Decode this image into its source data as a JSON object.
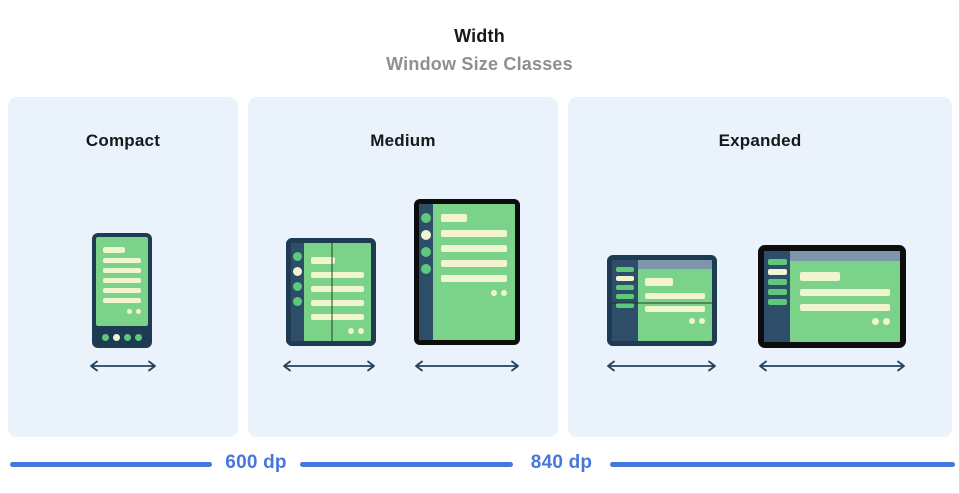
{
  "header": {
    "title": "Width",
    "subtitle": "Window Size Classes"
  },
  "size_classes": [
    {
      "id": "compact",
      "label": "Compact",
      "devices": [
        "phone-portrait"
      ]
    },
    {
      "id": "medium",
      "label": "Medium",
      "devices": [
        "foldable-portrait",
        "tablet-portrait"
      ]
    },
    {
      "id": "expanded",
      "label": "Expanded",
      "devices": [
        "foldable-landscape",
        "tablet-landscape"
      ]
    }
  ],
  "ruler": {
    "breakpoints": [
      "600 dp",
      "840 dp"
    ]
  },
  "colors": {
    "panel-bg": "#EAF2FB",
    "frame-navy": "#1F3B54",
    "rail-navy": "#2E4D68",
    "screen-green": "#7BD389",
    "accent-green": "#5FC97A",
    "cream": "#F0F5D0",
    "topbar-blue": "#7E96AC",
    "device-black": "#0D0D0D",
    "ruler-blue": "#4577DC",
    "title-black": "#17181A",
    "subtitle-gray": "#8A9096",
    "arrow-navy": "#24425C"
  }
}
